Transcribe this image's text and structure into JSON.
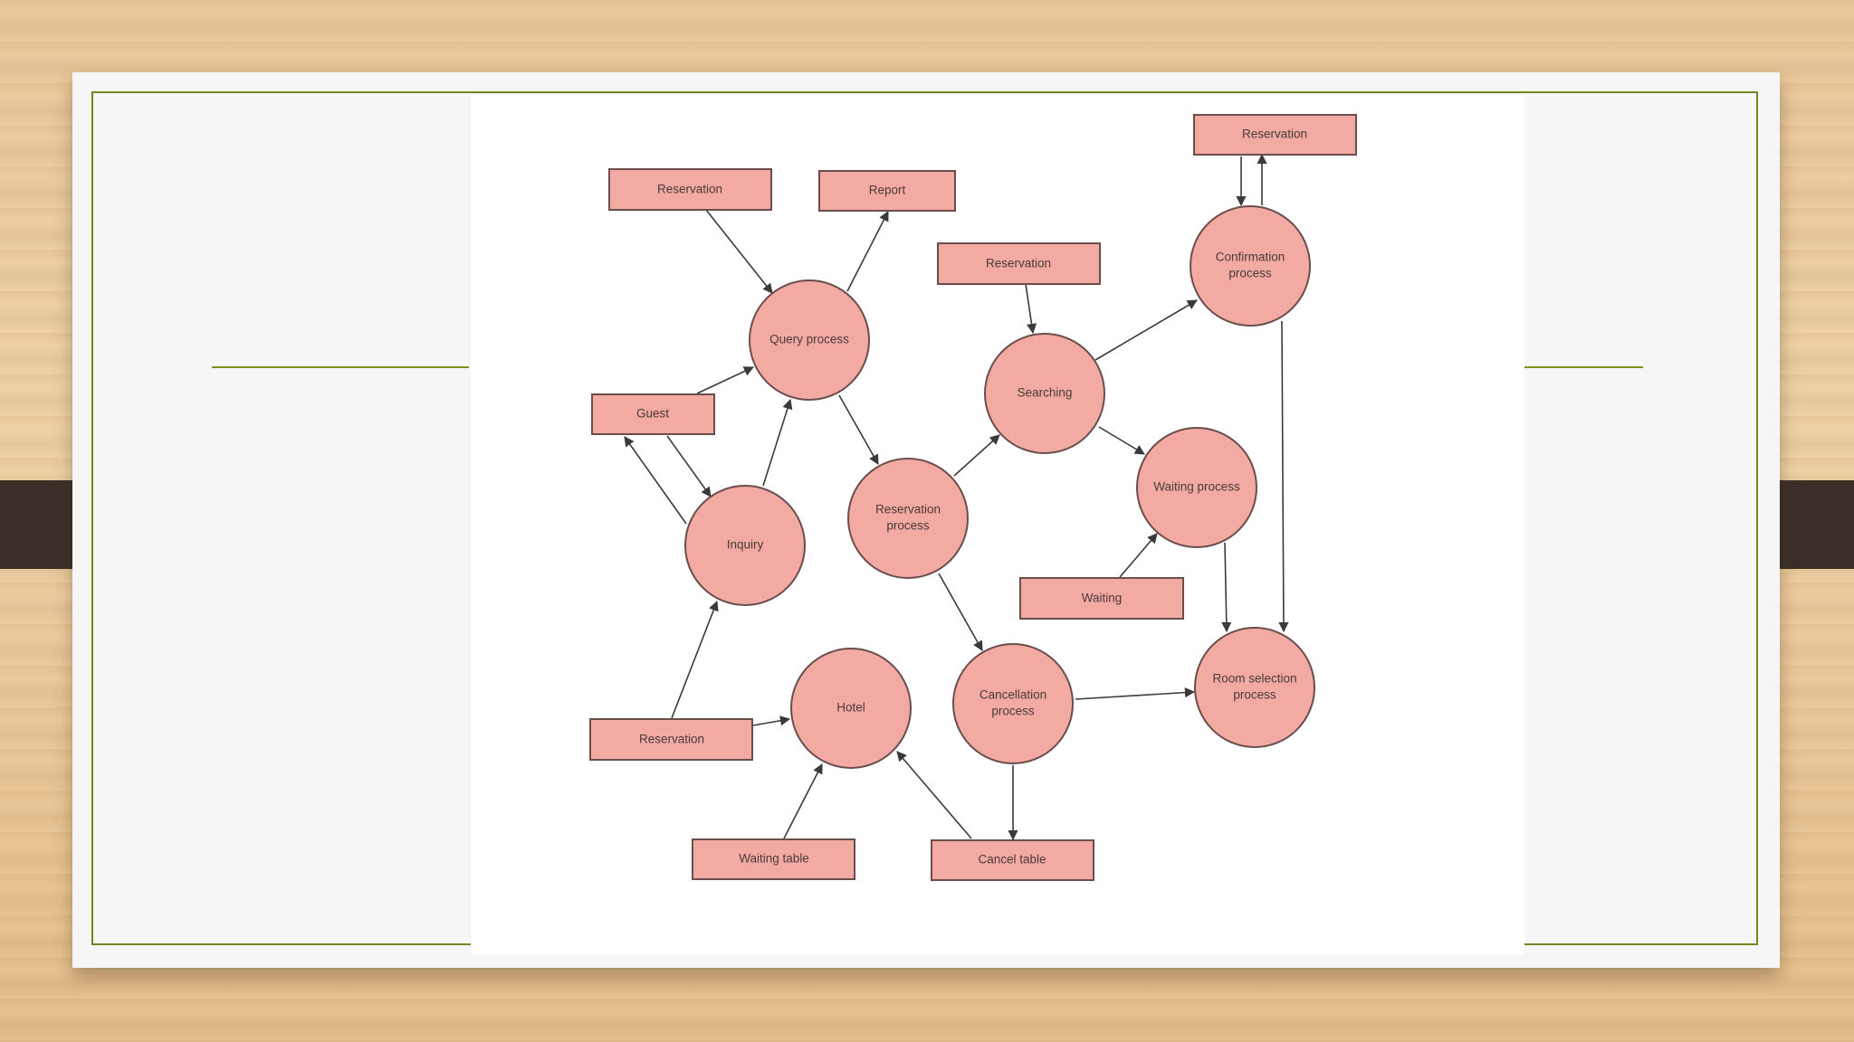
{
  "diagram": {
    "boxes": {
      "reservation_top_right": "Reservation",
      "reservation_top_left": "Reservation",
      "report": "Report",
      "reservation_mid": "Reservation",
      "guest": "Guest",
      "waiting": "Waiting",
      "reservation_bottom_left": "Reservation",
      "waiting_table": "Waiting table",
      "cancel_table": "Cancel table"
    },
    "processes": {
      "confirmation": [
        "Confirmation",
        "process"
      ],
      "query": [
        "Query process"
      ],
      "searching": [
        "Searching"
      ],
      "waiting": [
        "Waiting process"
      ],
      "inquiry": [
        "Inquiry"
      ],
      "reservation": [
        "Reservation",
        "process"
      ],
      "hotel": [
        "Hotel"
      ],
      "cancellation": [
        "Cancellation",
        "process"
      ],
      "room_selection": [
        "Room selection",
        "process"
      ]
    },
    "colors": {
      "node_fill": "#f2aaa3",
      "node_stroke": "#6a4e4c",
      "frame_accent": "#6e8a1e"
    }
  }
}
